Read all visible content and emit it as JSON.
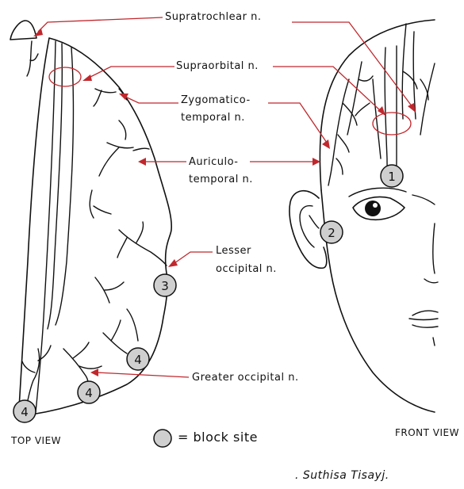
{
  "labels": {
    "supratrochlear": "Supratrochlear n.",
    "supraorbital": "Supraorbital n.",
    "zygomaticotemporal_1": "Zygomatico-",
    "zygomaticotemporal_2": "temporal n.",
    "auriculotemporal_1": "Auriculo-",
    "auriculotemporal_2": "temporal n.",
    "lesser_occipital_1": "Lesser",
    "lesser_occipital_2": "occipital n.",
    "greater_occipital": "Greater occipital n."
  },
  "views": {
    "top": "TOP VIEW",
    "front": "FRONT VIEW"
  },
  "legend": {
    "text": "= block site"
  },
  "signature": ". Suthisa Tisayj.",
  "block_sites": {
    "top_view": [
      "3",
      "4",
      "4",
      "4"
    ],
    "front_view": [
      "1",
      "2"
    ]
  },
  "colors": {
    "leader": "#c0282d",
    "site_fill": "#cfcfcf",
    "ink": "#111111"
  }
}
